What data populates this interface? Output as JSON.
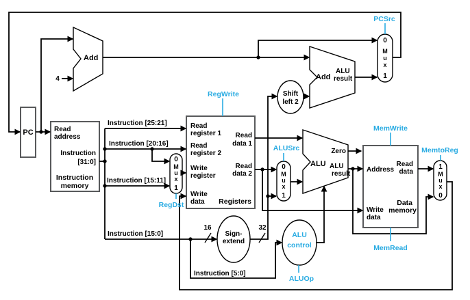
{
  "colors": {
    "control": "#29ABE2",
    "wire": "#000000",
    "box_border": "#58595B"
  },
  "blocks": {
    "pc": {
      "label": "PC"
    },
    "imem": {
      "port1a": "Read",
      "port1b": "address",
      "out1": "Instruction",
      "out2": "[31:0]",
      "name1": "Instruction",
      "name2": "memory"
    },
    "registers": {
      "rr1a": "Read",
      "rr1b": "register 1",
      "rr2a": "Read",
      "rr2b": "register 2",
      "wra": "Write",
      "wrb": "register",
      "wda": "Write",
      "wdb": "data",
      "rd1a": "Read",
      "rd1b": "data 1",
      "rd2a": "Read",
      "rd2b": "data 2",
      "name": "Registers"
    },
    "dmem": {
      "addr": "Address",
      "rda": "Read",
      "rdb": "data",
      "wda": "Write",
      "wdb": "data",
      "name1": "Data",
      "name2": "memory"
    },
    "add_pc": {
      "label": "Add"
    },
    "add_branch": {
      "label": "Add",
      "res1": "ALU",
      "res2": "result"
    },
    "alu": {
      "label": "ALU",
      "zero": "Zero",
      "res1": "ALU",
      "res2": "result"
    },
    "shift": {
      "l1": "Shift",
      "l2": "left 2"
    },
    "signext": {
      "l1": "Sign-",
      "l2": "extend"
    },
    "alucontrol": {
      "l1": "ALU",
      "l2": "control"
    }
  },
  "wires": {
    "i2521": "Instruction [25:21]",
    "i2016": "Instruction [20:16]",
    "i1511": "Instruction [15:11]",
    "i150": "Instruction [15:0]",
    "i50": "Instruction [5:0]",
    "width16": "16",
    "width32": "32",
    "four": "4"
  },
  "control": {
    "pcsrc": "PCSrc",
    "regwrite": "RegWrite",
    "regdst": "RegDst",
    "alusrc": "ALUSrc",
    "memwrite": "MemWrite",
    "memtoreg": "MemtoReg",
    "memread": "MemRead",
    "aluop": "ALUOp"
  },
  "mux": {
    "m": "M",
    "u": "u",
    "x": "x",
    "zero": "0",
    "one": "1"
  }
}
